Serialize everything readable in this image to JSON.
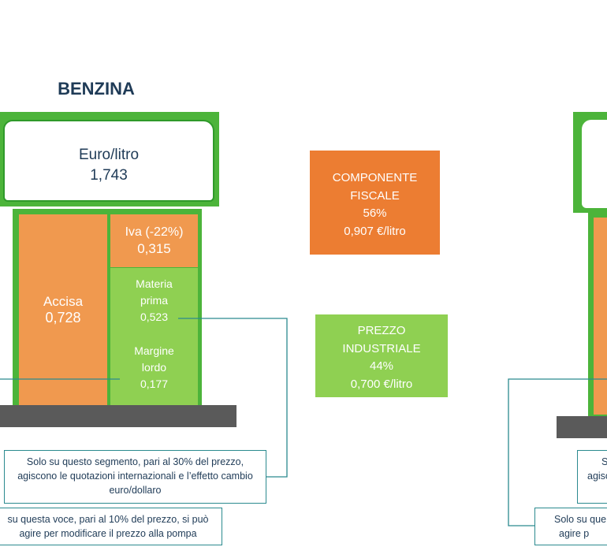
{
  "title": "BENZINA",
  "pump": {
    "unit": "Euro/litro",
    "total": "1,743",
    "accisa_label": "Accisa",
    "accisa_value": "0,728",
    "iva_label": "Iva (-22%)",
    "iva_value": "0,315",
    "materia_label_1": "Materia",
    "materia_label_2": "prima",
    "materia_value": "0,523",
    "margine_label_1": "Margine",
    "margine_label_2": "lordo",
    "margine_value": "0,177"
  },
  "fiscale": {
    "line1": "COMPONENTE",
    "line2": "FISCALE",
    "percent": "56%",
    "value": "0,907 €/litro"
  },
  "industriale": {
    "line1": "PREZZO",
    "line2": "INDUSTRIALE",
    "percent": "44%",
    "value": "0,700 €/litro"
  },
  "callouts": {
    "materia_line1": "Solo su questo segmento, pari al 30% del prezzo,",
    "materia_line2": "agiscono le quotazioni internazionali e l’effetto cambio",
    "materia_line3": "euro/dollaro",
    "margine_line1": "su questa voce, pari al 10% del prezzo, si può",
    "margine_line2": "agire per modificare il prezzo alla pompa",
    "right_top_line1": "So",
    "right_top_line2": "agisc",
    "right_bottom_line1": "Solo su que",
    "right_bottom_line2": "agire p"
  },
  "colors": {
    "orange": "#ec7d32",
    "light_orange": "#f0994f",
    "green": "#8fd052",
    "dark_green": "#4cb43a",
    "navy": "#1f3b57",
    "teal": "#2b8a8f",
    "base_gray": "#5a5a5a"
  }
}
